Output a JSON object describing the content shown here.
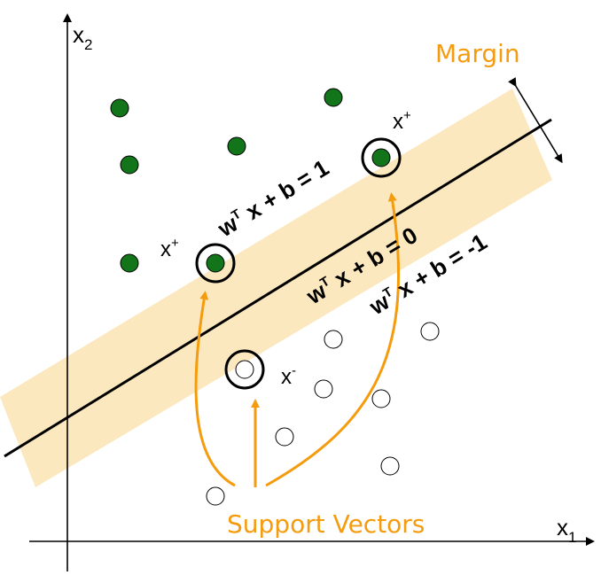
{
  "axes": {
    "x_label": "x",
    "x_subscript": "1",
    "y_label": "x",
    "y_subscript": "2"
  },
  "labels": {
    "margin": "Margin",
    "support_vectors": "Support Vectors",
    "eq_plus_w": "w",
    "eq_plus_sup": "T",
    "eq_plus_rest": " x + b = 1",
    "eq_zero_w": "w",
    "eq_zero_sup": "T",
    "eq_zero_rest": " x + b = 0",
    "eq_minus_w": "w",
    "eq_minus_sup": "T",
    "eq_minus_rest": " x + b = -1",
    "x_plus_top_base": "x",
    "x_plus_top_sup": "+",
    "x_plus_left_base": "x",
    "x_plus_left_sup": "+",
    "x_minus_base": "x",
    "x_minus_sup": "-"
  },
  "colors": {
    "margin_band": "#FCE8BF",
    "positive_point": "#13751A",
    "arrow": "#F59B0E",
    "line": "#000000"
  }
}
